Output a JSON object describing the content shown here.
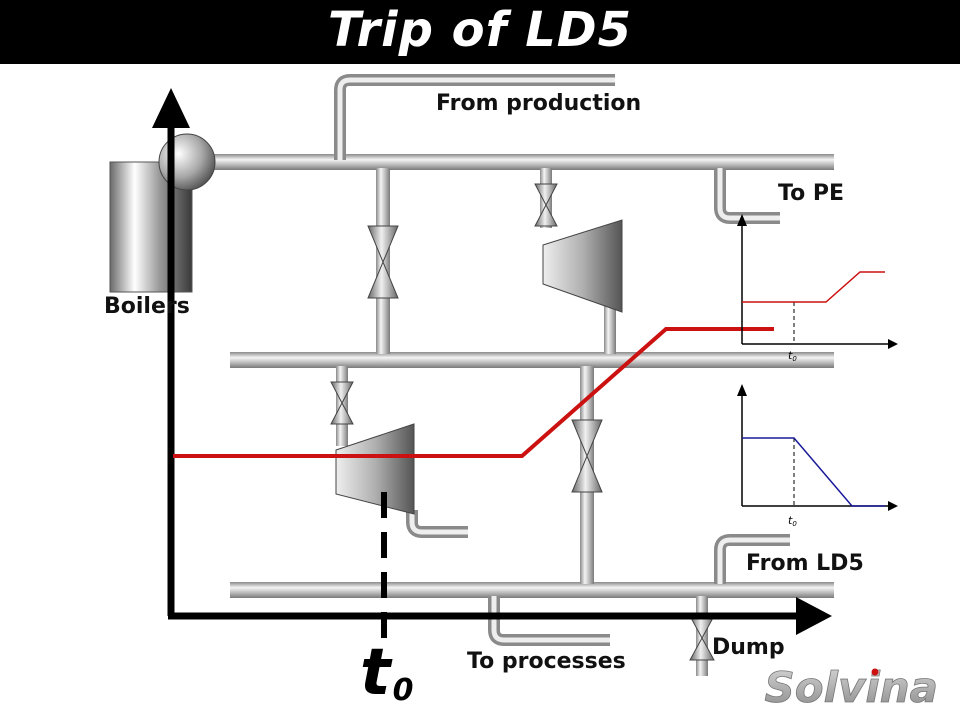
{
  "title": "Trip of LD5",
  "labels": {
    "from_production": "From production",
    "to_pe": "To PE",
    "boilers": "Boilers",
    "from_ld5": "From LD5",
    "to_processes": "To processes",
    "dump": "Dump",
    "t0_main": "t",
    "t0_main_sub": "0",
    "t0_small": "t",
    "t0_small_sub": "0"
  },
  "logo": {
    "text": "Solvina"
  },
  "colors": {
    "trend_red": "#cc1111",
    "trend_blue": "#1a1a99",
    "pipe_gray": "#bfbfbf",
    "axis": "#000000"
  }
}
